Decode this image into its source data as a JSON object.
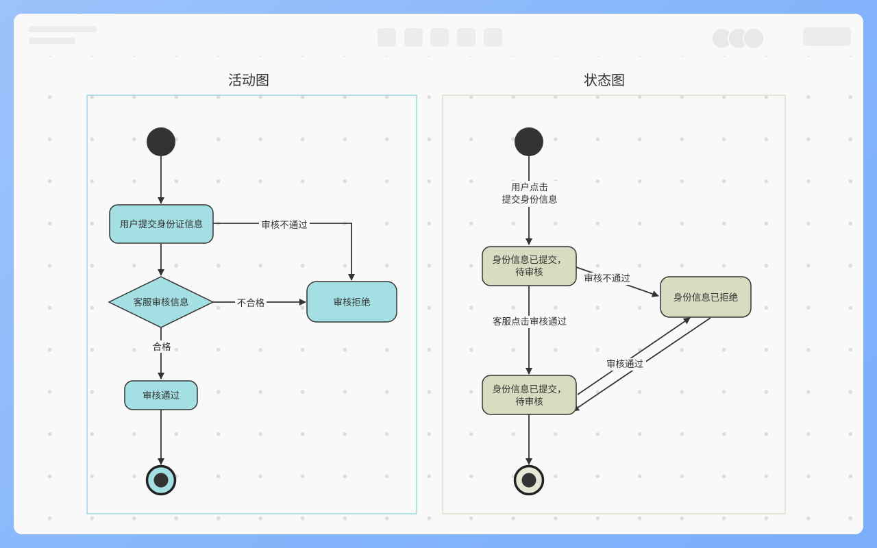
{
  "activity_diagram": {
    "title": "活动图",
    "nodes": {
      "submit": "用户提交身份证信息",
      "review": "客服审核信息",
      "rejected": "审核拒绝",
      "approved": "审核通过"
    },
    "edges": {
      "not_passed": "审核不通过",
      "unqualified": "不合格",
      "qualified": "合格"
    }
  },
  "state_diagram": {
    "title": "状态图",
    "nodes": {
      "submitted_1_line1": "身份信息已提交，",
      "submitted_1_line2": "待审核",
      "rejected": "身份信息已拒绝",
      "submitted_2_line1": "身份信息已提交，",
      "submitted_2_line2": "待审核"
    },
    "edges": {
      "user_click_line1": "用户点击",
      "user_click_line2": "提交身份信息",
      "not_passed": "审核不通过",
      "cs_approved": "客服点击审核通过",
      "approved": "审核通过"
    }
  },
  "colors": {
    "activity_fill": "#a3dfe3",
    "activity_frame": "#9bd7e3",
    "state_fill": "#d8dcc0",
    "state_frame": "#dfe0cd",
    "stroke": "#333333"
  }
}
